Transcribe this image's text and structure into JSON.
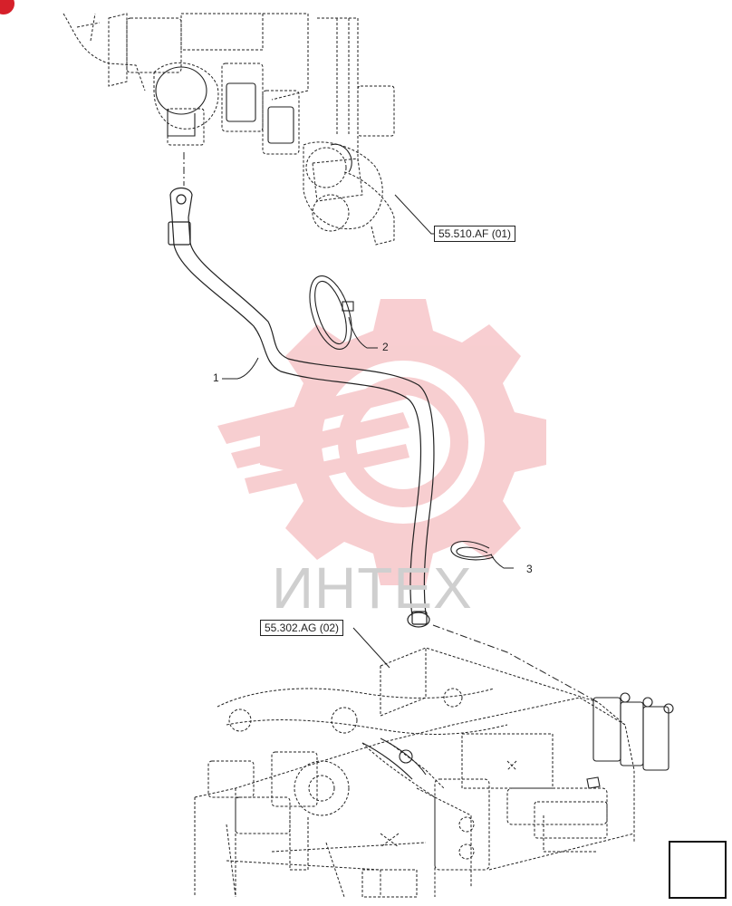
{
  "references": {
    "upper": "55.510.AF (01)",
    "lower": "55.302.AG (02)"
  },
  "callouts": {
    "item1": "1",
    "item2": "2",
    "item3": "3"
  },
  "watermark": {
    "text": "ИНТЕХ",
    "gear_color": "#f7c9cc"
  },
  "icons": {
    "nav": "arrow-left-icon",
    "badge": "brand-badge-icon"
  },
  "colors": {
    "line": "#222222",
    "accent": "#d6202a"
  }
}
